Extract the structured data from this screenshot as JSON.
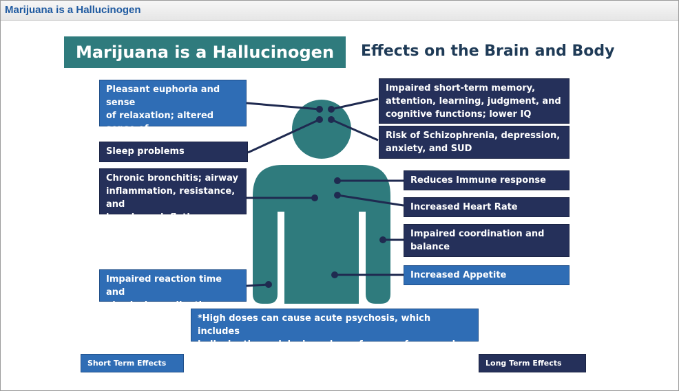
{
  "window": {
    "title": "Marijuana is a Hallucinogen"
  },
  "slide": {
    "title": "Marijuana is a Hallucinogen",
    "subtitle": "Effects on the Brain and Body"
  },
  "effects": {
    "euphoria": "Pleasant euphoria and sense\nof relaxation; altered sense of\ntime/perception*",
    "sleep": "Sleep problems",
    "bronchitis": "Chronic bronchitis; airway\ninflammation, resistance, and\nlung hyperinflation",
    "reaction": "Impaired reaction time and\nphysical coordination",
    "memory": "Impaired short-term memory,\nattention, learning, judgment, and\ncognitive functions; lower IQ",
    "schizophrenia": "Risk of Schizophrenia, depression,\nanxiety, and SUD",
    "immune": "Reduces Immune response",
    "heart": "Increased Heart Rate",
    "coordination": "Impaired coordination and\nbalance",
    "appetite": "Increased Appetite"
  },
  "footnote": "*High doses can cause acute psychosis, which includes\nhallucinations, delusions, loss of sense of personal identity",
  "legend": {
    "short_term": "Short Term Effects",
    "long_term": "Long Term Effects"
  },
  "colors": {
    "short_term": "#2f6db5",
    "long_term": "#25305a",
    "figure": "#2f7b7d",
    "title_bg": "#2f7b7d",
    "subtitle": "#1f3b57",
    "connector": "#1f2a50"
  }
}
